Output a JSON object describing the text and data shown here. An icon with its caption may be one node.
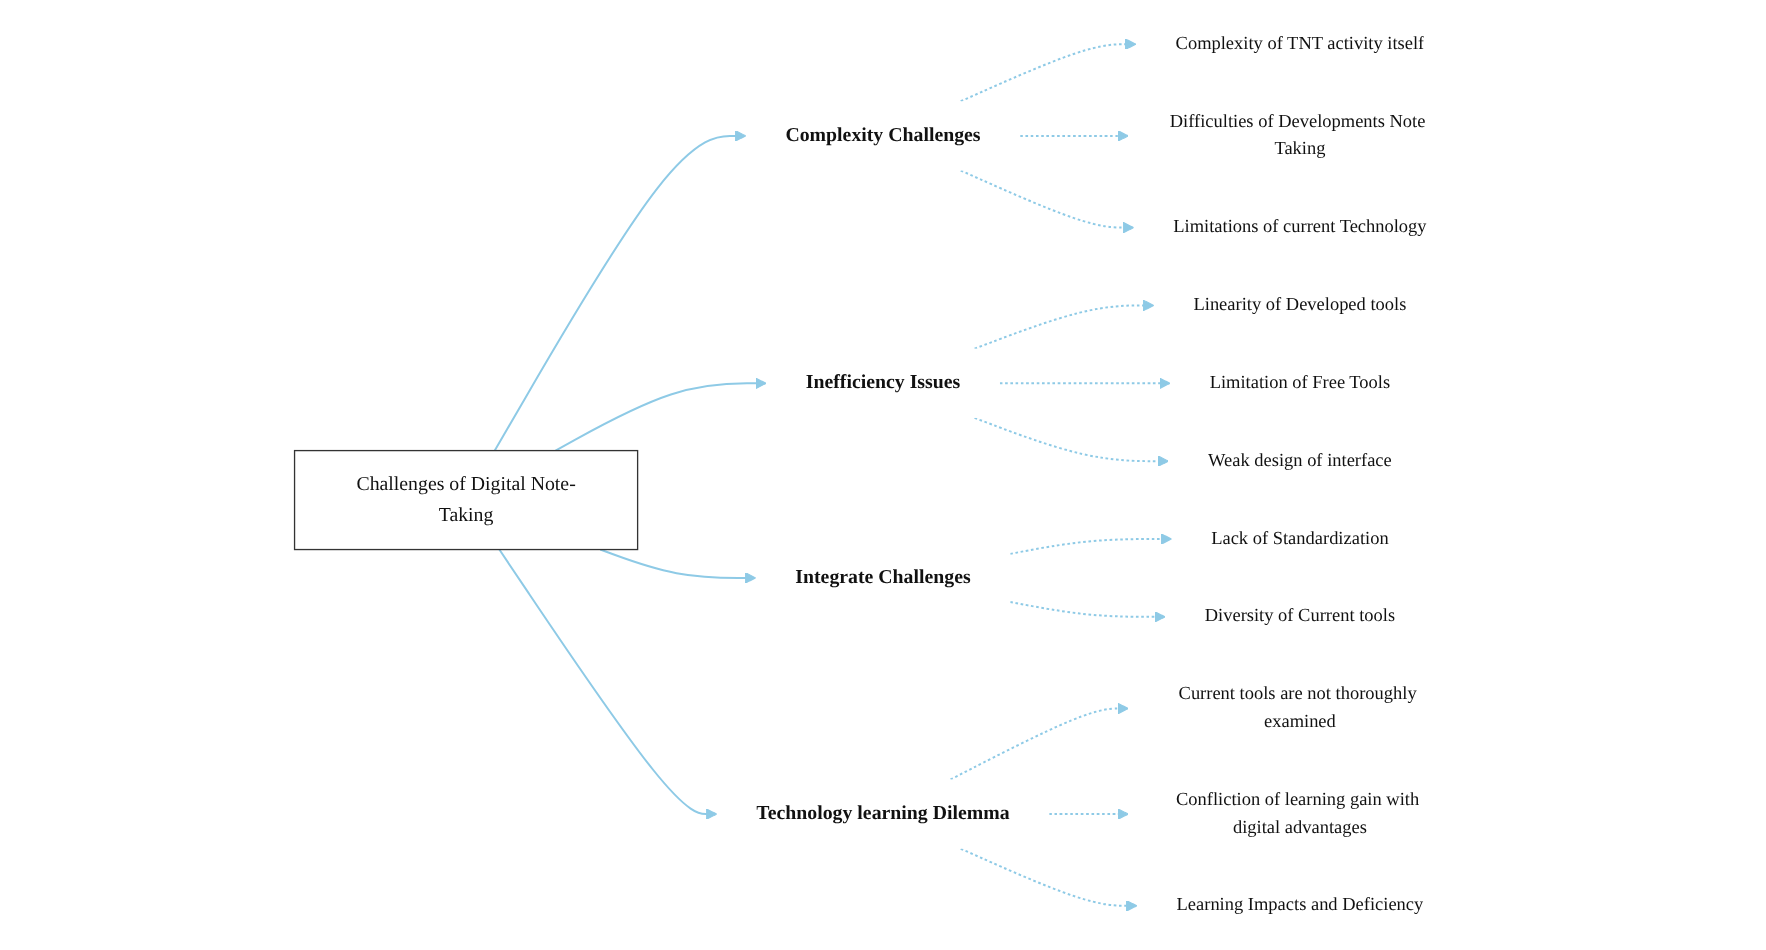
{
  "diagram": {
    "nodes": [
      {
        "text": [
          "Challenges of Digital Note-Taking"
        ]
      },
      {
        "text": [
          "Complexity Challenges"
        ]
      },
      {
        "text": [
          "Complexity of TNT activity itself"
        ]
      },
      {
        "text": [
          "Difficulties of Developments Note Taking"
        ]
      },
      {
        "text": [
          "Limitations of current Technology"
        ]
      },
      {
        "text": [
          "Inefficiency Issues"
        ]
      },
      {
        "text": [
          "Linearity of Developed tools"
        ]
      },
      {
        "text": [
          "Limitation of Free Tools"
        ]
      },
      {
        "text": [
          "Weak design of interface"
        ]
      },
      {
        "text": [
          "Integrate Challenges"
        ]
      },
      {
        "text": [
          "Lack of Standardization"
        ]
      },
      {
        "text": [
          "Diversity of Current tools"
        ]
      },
      {
        "text": [
          "Technology learning Dilemma"
        ]
      },
      {
        "text": [
          "Current tools are not thoroughly examined"
        ]
      },
      {
        "text": [
          "Confliction of learning gain with digital advantages"
        ]
      },
      {
        "text": [
          "Learning Impacts and Deficiency"
        ]
      }
    ],
    "edges": [
      {
        "from": 0,
        "to": 1,
        "arrow": "to"
      },
      {
        "from": 0,
        "to": 5,
        "arrow": "to"
      },
      {
        "from": 0,
        "to": 9,
        "arrow": "to"
      },
      {
        "from": 0,
        "to": 12,
        "arrow": "to"
      },
      {
        "from": 1,
        "to": 2,
        "arrow": "to",
        "style": "dashed"
      },
      {
        "from": 1,
        "to": 3,
        "arrow": "to",
        "style": "dashed"
      },
      {
        "from": 1,
        "to": 4,
        "arrow": "to",
        "style": "dashed"
      },
      {
        "from": 5,
        "to": 6,
        "arrow": "to",
        "style": "dashed"
      },
      {
        "from": 5,
        "to": 7,
        "arrow": "to",
        "style": "dashed"
      },
      {
        "from": 5,
        "to": 8,
        "arrow": "to",
        "style": "dashed"
      },
      {
        "from": 9,
        "to": 10,
        "arrow": "to",
        "style": "dashed"
      },
      {
        "from": 9,
        "to": 11,
        "arrow": "to",
        "style": "dashed"
      },
      {
        "from": 12,
        "to": 13,
        "arrow": "to",
        "style": "dashed"
      },
      {
        "from": 12,
        "to": 14,
        "arrow": "to",
        "style": "dashed"
      },
      {
        "from": 12,
        "to": 15,
        "arrow": "to",
        "style": "dashed"
      }
    ]
  }
}
